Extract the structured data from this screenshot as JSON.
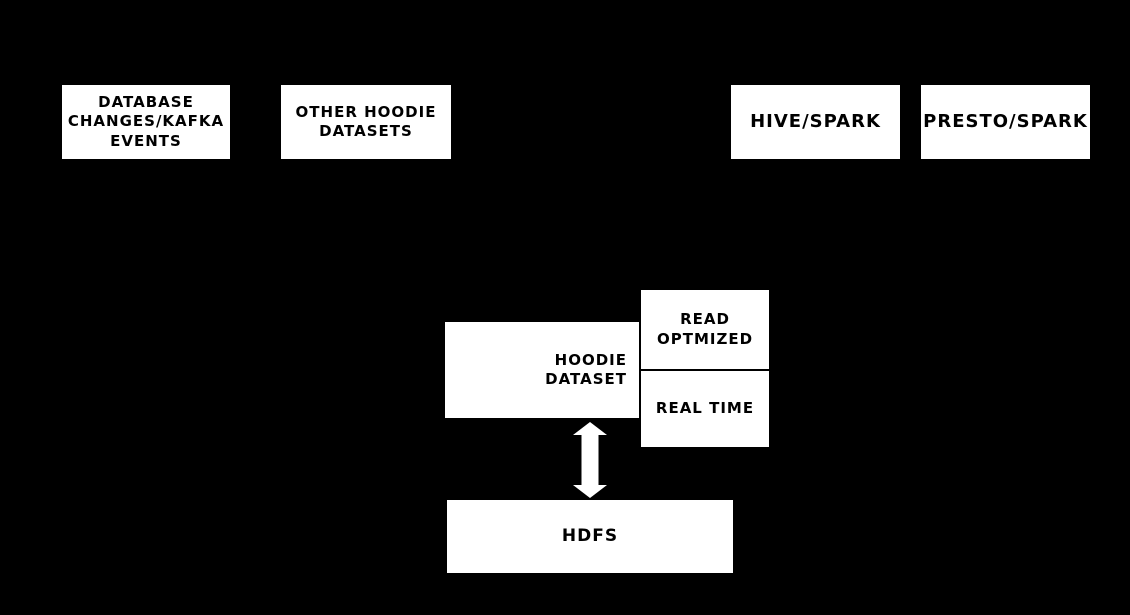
{
  "colors": {
    "background": "#000000",
    "box_fill": "#ffffff",
    "box_text": "#000000",
    "arrow": "#ffffff"
  },
  "nodes": {
    "database_changes": {
      "label": "DATABASE CHANGES/KAFKA EVENTS",
      "lines": [
        "DATABASE",
        "CHANGES/KAFKA",
        "EVENTS"
      ]
    },
    "other_hoodie_datasets": {
      "label": "OTHER HOODIE DATASETS",
      "lines": [
        "OTHER HOODIE",
        "DATASETS"
      ]
    },
    "hive_spark": {
      "label": "HIVE/SPARK",
      "lines": [
        "HIVE/SPARK"
      ]
    },
    "presto_spark": {
      "label": "PRESTO/SPARK",
      "lines": [
        "PRESTO/SPARK"
      ]
    },
    "hoodie_dataset": {
      "label": "HOODIE DATASET",
      "lines": [
        "HOODIE",
        "DATASET"
      ]
    },
    "read_optimized": {
      "label": "READ OPTMIZED",
      "lines": [
        "READ",
        "OPTMIZED"
      ]
    },
    "real_time": {
      "label": "REAL TIME",
      "lines": [
        "REAL TIME"
      ]
    },
    "hdfs": {
      "label": "HDFS",
      "lines": [
        "HDFS"
      ]
    }
  },
  "connectors": {
    "hoodie_hdfs": {
      "type": "double-headed-vertical-arrow",
      "color": "#ffffff"
    }
  }
}
